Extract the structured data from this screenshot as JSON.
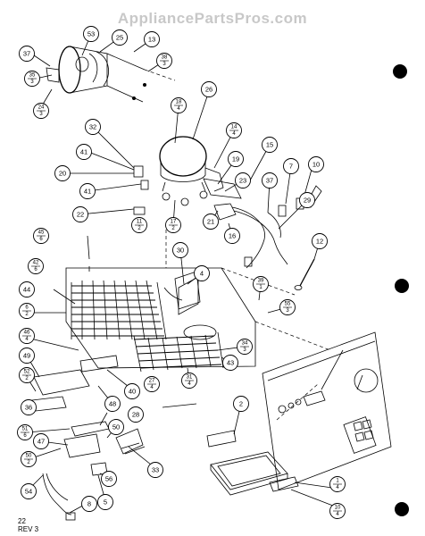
{
  "watermark": "AppliancePartsPros.com",
  "revision": {
    "line1": "22",
    "line2": "REV 3"
  },
  "callouts": [
    {
      "id": "c53",
      "text": "53"
    },
    {
      "id": "c25",
      "text": "25"
    },
    {
      "id": "c13",
      "text": "13"
    },
    {
      "id": "c37a",
      "text": "37"
    },
    {
      "id": "c35",
      "num": "35",
      "den": "3"
    },
    {
      "id": "c24",
      "num": "24",
      "den": "3"
    },
    {
      "id": "c38",
      "num": "38",
      "den": "3"
    },
    {
      "id": "c26",
      "text": "26"
    },
    {
      "id": "c18",
      "num": "18",
      "den": "4"
    },
    {
      "id": "c32",
      "text": "32"
    },
    {
      "id": "c14",
      "num": "14",
      "den": "4"
    },
    {
      "id": "c15",
      "text": "15"
    },
    {
      "id": "c41a",
      "text": "41"
    },
    {
      "id": "c19",
      "text": "19"
    },
    {
      "id": "c7",
      "text": "7"
    },
    {
      "id": "c10",
      "text": "10"
    },
    {
      "id": "c20",
      "text": "20"
    },
    {
      "id": "c23",
      "text": "23"
    },
    {
      "id": "c37b",
      "text": "37"
    },
    {
      "id": "c41b",
      "text": "41"
    },
    {
      "id": "c29",
      "text": "29"
    },
    {
      "id": "c22",
      "text": "22"
    },
    {
      "id": "c21",
      "text": "21"
    },
    {
      "id": "c16",
      "text": "16"
    },
    {
      "id": "c11",
      "num": "11",
      "den": "2"
    },
    {
      "id": "c17",
      "num": "17",
      "den": "2"
    },
    {
      "id": "c45",
      "num": "45",
      "den": "6"
    },
    {
      "id": "c12",
      "text": "12"
    },
    {
      "id": "c30",
      "text": "30"
    },
    {
      "id": "c42",
      "num": "42",
      "den": "6"
    },
    {
      "id": "c4",
      "text": "4"
    },
    {
      "id": "c39",
      "num": "39",
      "den": "1"
    },
    {
      "id": "c44",
      "text": "44"
    },
    {
      "id": "c6",
      "num": "6",
      "den": "2"
    },
    {
      "id": "c55",
      "num": "55",
      "den": "3"
    },
    {
      "id": "c46",
      "num": "46",
      "den": "4"
    },
    {
      "id": "c34",
      "num": "34",
      "den": "3"
    },
    {
      "id": "c49",
      "text": "49"
    },
    {
      "id": "c43",
      "text": "43"
    },
    {
      "id": "c31",
      "num": "31",
      "den": "4"
    },
    {
      "id": "c52",
      "num": "52",
      "den": "2"
    },
    {
      "id": "c40",
      "text": "40"
    },
    {
      "id": "c27",
      "num": "27",
      "den": "4"
    },
    {
      "id": "c36",
      "text": "36"
    },
    {
      "id": "c48",
      "text": "48"
    },
    {
      "id": "c2",
      "text": "2"
    },
    {
      "id": "c51",
      "num": "51",
      "den": "6"
    },
    {
      "id": "c28",
      "text": "28"
    },
    {
      "id": "c50",
      "text": "50"
    },
    {
      "id": "c47",
      "text": "47"
    },
    {
      "id": "c33",
      "text": "33"
    },
    {
      "id": "c50b",
      "num": "50",
      "den": "2"
    },
    {
      "id": "c56",
      "text": "56"
    },
    {
      "id": "c54",
      "text": "54"
    },
    {
      "id": "c8",
      "text": "8"
    },
    {
      "id": "c5",
      "text": "5"
    },
    {
      "id": "c1",
      "num": "1",
      "den": "4"
    },
    {
      "id": "c10b",
      "num": "10",
      "den": "4"
    }
  ]
}
